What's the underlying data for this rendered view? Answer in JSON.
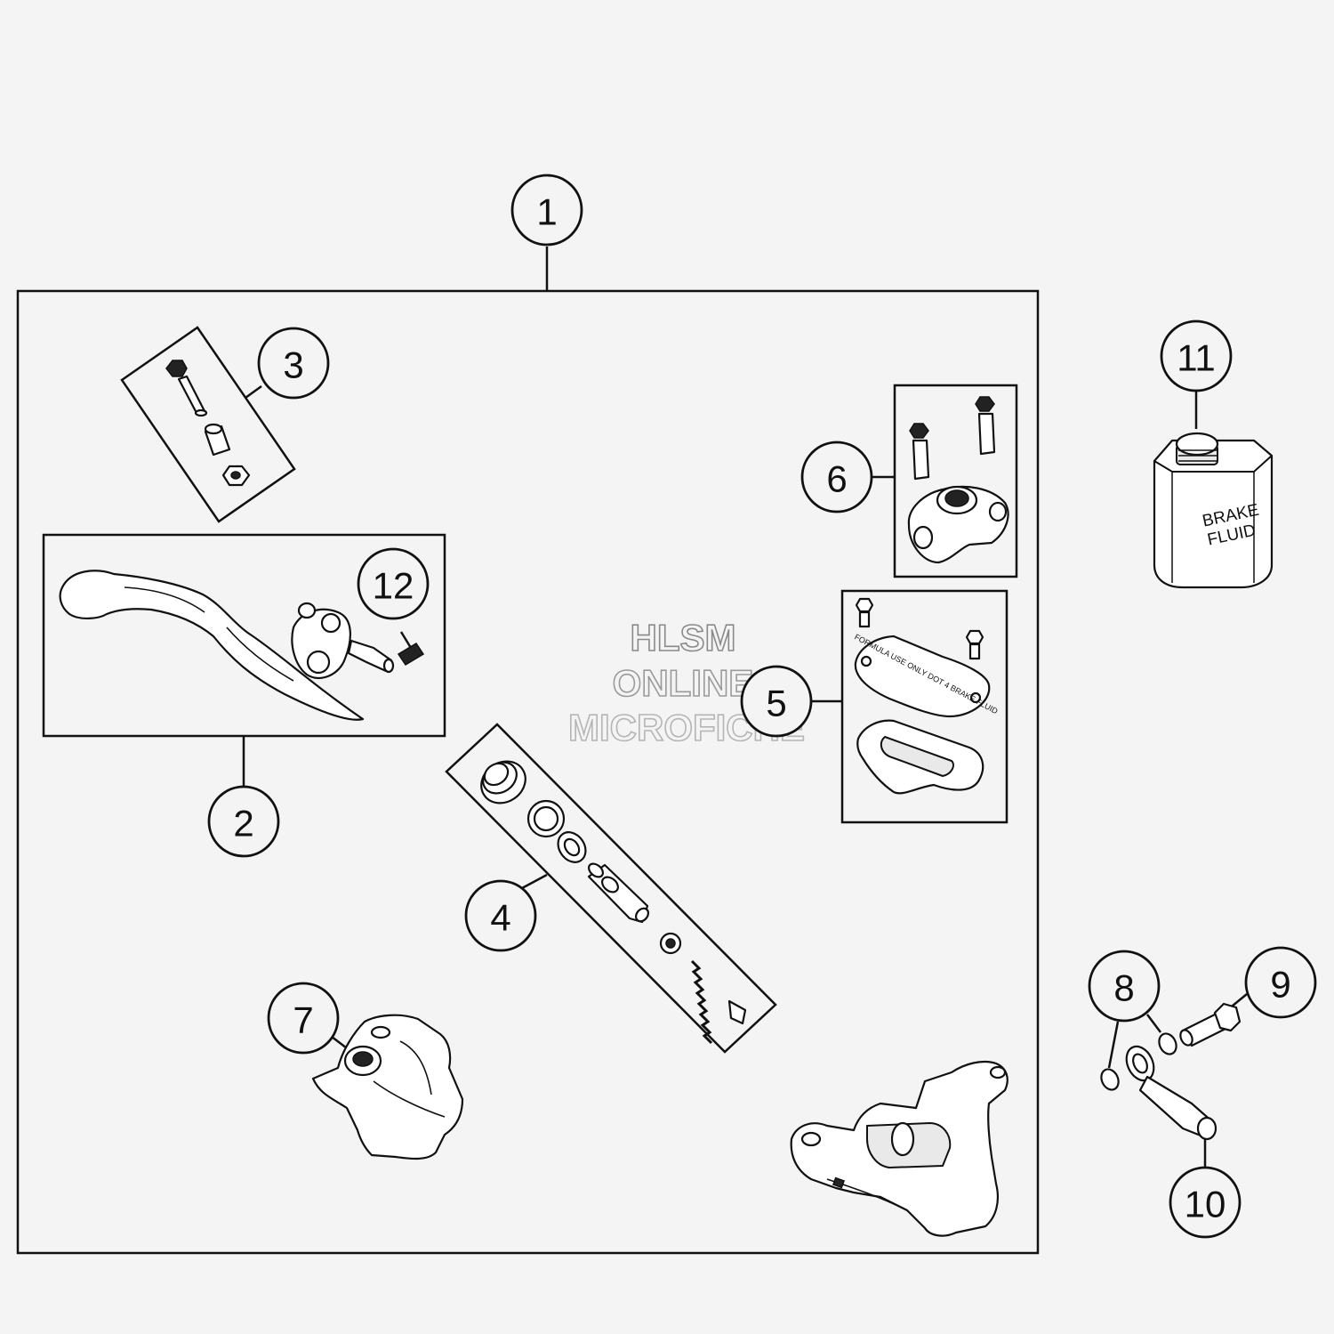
{
  "diagram": {
    "callouts": [
      {
        "id": "c1",
        "label": "1"
      },
      {
        "id": "c2",
        "label": "2"
      },
      {
        "id": "c3",
        "label": "3"
      },
      {
        "id": "c4",
        "label": "4"
      },
      {
        "id": "c5",
        "label": "5"
      },
      {
        "id": "c6",
        "label": "6"
      },
      {
        "id": "c7",
        "label": "7"
      },
      {
        "id": "c8",
        "label": "8"
      },
      {
        "id": "c9",
        "label": "9"
      },
      {
        "id": "c10",
        "label": "10"
      },
      {
        "id": "c11",
        "label": "11"
      },
      {
        "id": "c12",
        "label": "12"
      }
    ],
    "watermark": {
      "line1": "HLSM",
      "line2": "ONLINE",
      "line3": "MICROFICHE"
    },
    "brake_fluid_label": {
      "line1": "BRAKE",
      "line2": "FLUID"
    },
    "reservoir_cap_lettering": "FORMULA USE ONLY DOT 4 BRAKE FLUID",
    "colors": {
      "background": "#f4f4f4",
      "line": "#111111",
      "watermark_stroke": "#b5b5b5"
    }
  }
}
